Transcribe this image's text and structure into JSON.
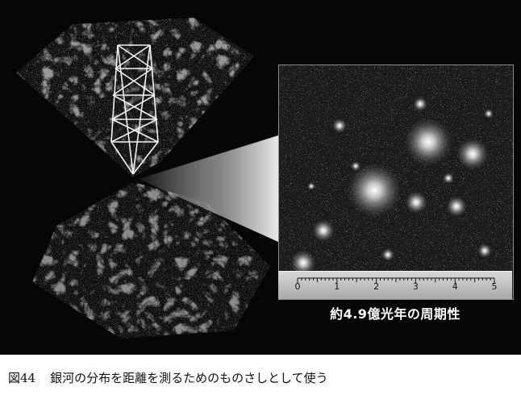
{
  "figure": {
    "inset_caption": "約4.9億光年の周期性",
    "ruler_ticks": [
      "0",
      "1",
      "2",
      "3",
      "4",
      "5"
    ],
    "colors": {
      "background": "#060606",
      "ruler": "#c8c8c8",
      "caption_text": "#111111"
    }
  },
  "caption": {
    "number": "図44",
    "text": "銀河の分布を距離を測るためのものさしとして使う"
  }
}
